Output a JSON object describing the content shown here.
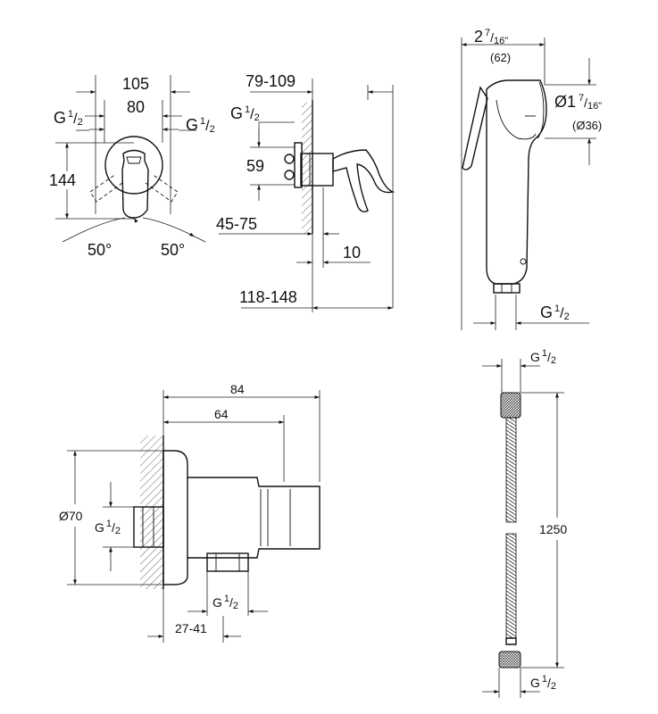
{
  "mixer_front": {
    "dim_width": "105",
    "dim_inner": "80",
    "dim_height": "144",
    "thread_left": "G",
    "thread_right": "G",
    "frac": "1/2",
    "angle_left": "50°",
    "angle_right": "50°"
  },
  "mixer_side": {
    "dim_depth": "79-109",
    "thread": "G",
    "frac": "1/2",
    "dim_height": "59",
    "dim_install": "45-75",
    "dim_offset": "10",
    "dim_total": "118-148"
  },
  "hand_shower": {
    "width_in": "2",
    "width_frac": "7/16\"",
    "width_mm": "(62)",
    "diameter_in": "Ø1",
    "diameter_frac": "7/16\"",
    "diameter_mm": "(Ø36)",
    "thread": "G",
    "frac": "1/2"
  },
  "wall_outlet": {
    "dim_total": "84",
    "dim_depth": "64",
    "diameter": "Ø70",
    "thread_side": "G",
    "thread_bottom": "G",
    "frac": "1/2",
    "dim_wall": "27-41"
  },
  "hose": {
    "thread_top": "G",
    "thread_bottom": "G",
    "frac": "1/2",
    "length": "1250"
  }
}
